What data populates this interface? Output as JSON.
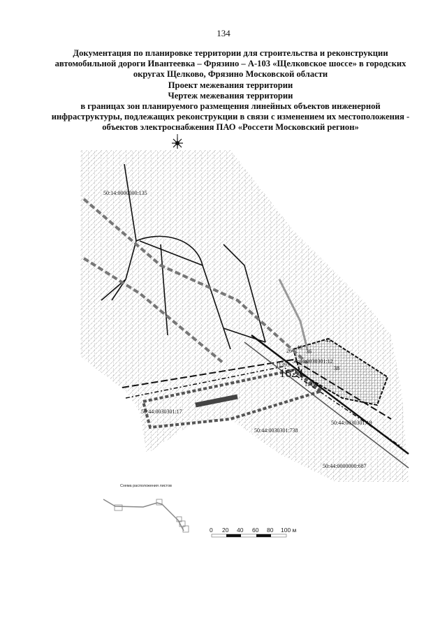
{
  "page_number": "134",
  "title_lines": [
    "Документация по планировке территории для строительства и реконструкции",
    "автомобильной дороги Ивантеевка – Фрязино – А-103 «Щелковское шоссе» в городских",
    "округах Щелково, Фрязино Московской области",
    "Проект межевания территории",
    "Чертеж межевания территории",
    "в границах зон планируемого размещения линейных объектов инженерной",
    "инфраструктуры, подлежащих реконструкции в связи с изменением их местоположения -",
    "объектов электроснабжения ПАО «Россети Московский регион»"
  ],
  "map": {
    "north_arrow_icon": "compass-rose-icon",
    "parcel_labels": [
      "50:14:0000000:135",
      "50:44:0030301:12",
      "50:44:0030301:17",
      "50:44:0030301:738",
      "50:44:0030301:19",
      "50:44:0000000:687"
    ],
    "zone_number": "1624",
    "point_labels": [
      "41",
      "26",
      "40",
      "36",
      "38",
      "11393",
      "11492"
    ],
    "inset_title": "Схема расположения листов",
    "scale_labels": [
      "0",
      "20",
      "40",
      "60",
      "80",
      "100 м"
    ]
  }
}
